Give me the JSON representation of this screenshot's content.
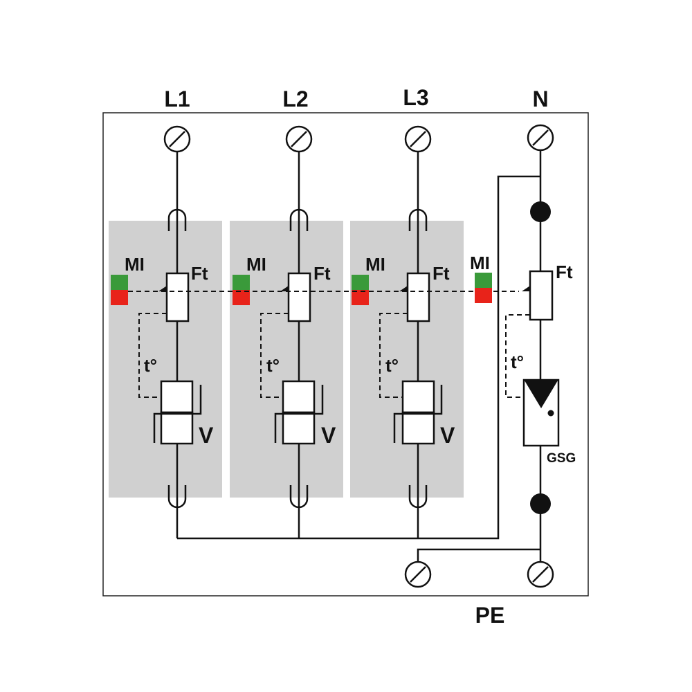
{
  "terminals": {
    "l1": "L1",
    "l2": "L2",
    "l3": "L3",
    "n": "N",
    "pe": "PE"
  },
  "modules": [
    {
      "mi": "MI",
      "ft": "Ft",
      "temp": "t°",
      "varistor": "V"
    },
    {
      "mi": "MI",
      "ft": "Ft",
      "temp": "t°",
      "varistor": "V"
    },
    {
      "mi": "MI",
      "ft": "Ft",
      "temp": "t°",
      "varistor": "V"
    }
  ],
  "neutral_module": {
    "mi": "MI",
    "ft": "Ft",
    "temp": "t°",
    "gsg": "GSG"
  },
  "colors": {
    "module_bg": "#d0d0d0",
    "indicator_ok": "#3a9a3a",
    "indicator_fault": "#e8231a",
    "line": "#111111"
  }
}
